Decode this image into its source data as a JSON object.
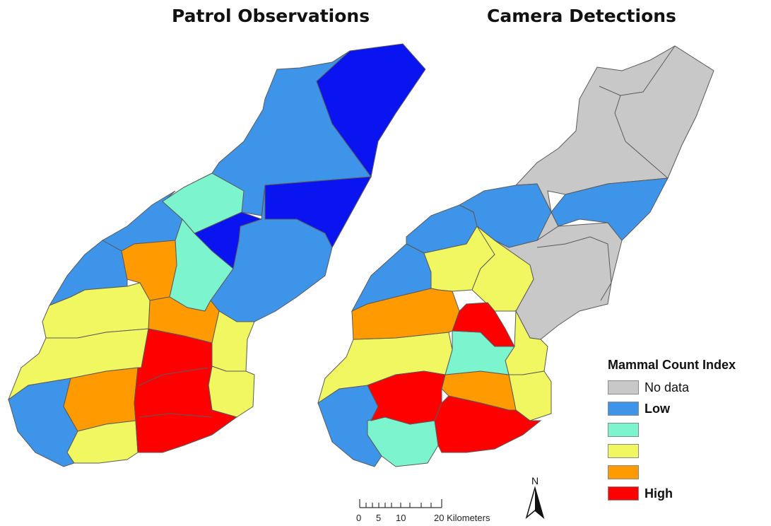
{
  "titles": {
    "left": "Patrol Observations",
    "right": "Camera Detections"
  },
  "legend": {
    "title": "Mammal Count Index",
    "items": [
      {
        "key": "nodata",
        "label": "No data",
        "color": "#c8c8c8",
        "bold": false
      },
      {
        "key": "low",
        "label": "Low",
        "color": "#3d94e8",
        "bold": true
      },
      {
        "key": "mid_low",
        "label": "",
        "color": "#7cf5cf",
        "bold": false
      },
      {
        "key": "mid",
        "label": "",
        "color": "#f0f760",
        "bold": false
      },
      {
        "key": "mid_high",
        "label": "",
        "color": "#ff9a00",
        "bold": false
      },
      {
        "key": "high",
        "label": "High",
        "color": "#ff0000",
        "bold": true
      }
    ]
  },
  "extra_colors": {
    "dark_blue": "#0a14f0",
    "boundary": "#5a5a5a"
  },
  "scale_bar": {
    "labels": [
      "0",
      "5",
      "10",
      "20 Kilometers"
    ]
  },
  "north_arrow": {
    "label": "N"
  }
}
